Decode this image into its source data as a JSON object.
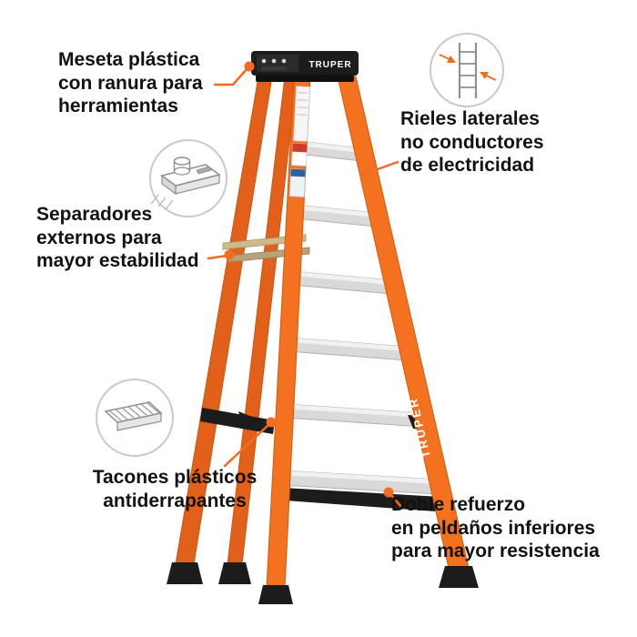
{
  "colors": {
    "accent": "#F26C22",
    "ladder_orange": "#F4711F",
    "ladder_dark": "#E2601A",
    "black_parts": "#1C1C1C",
    "step_gray": "#DCDCDC",
    "icon_ring": "#C9C9C9"
  },
  "brand": {
    "top_cap_label": "TRUPER",
    "rail_label": "TRUPER"
  },
  "callouts": {
    "meseta": {
      "text": "Meseta plástica\ncon ranura para\nherramientas"
    },
    "rieles": {
      "text": "Rieles laterales\nno conductores\nde electricidad"
    },
    "separadores": {
      "text": "Separadores\nexternos para\nmayor estabilidad"
    },
    "tacones": {
      "text": "Tacones plásticos\nantiderrapantes"
    },
    "refuerzo": {
      "text": "Doble refuerzo\nen peldaños inferiores\npara mayor resistencia"
    }
  },
  "icons": {
    "rails": "side-rails-icon",
    "platform": "top-platform-icon",
    "footpad": "foot-pad-icon"
  }
}
